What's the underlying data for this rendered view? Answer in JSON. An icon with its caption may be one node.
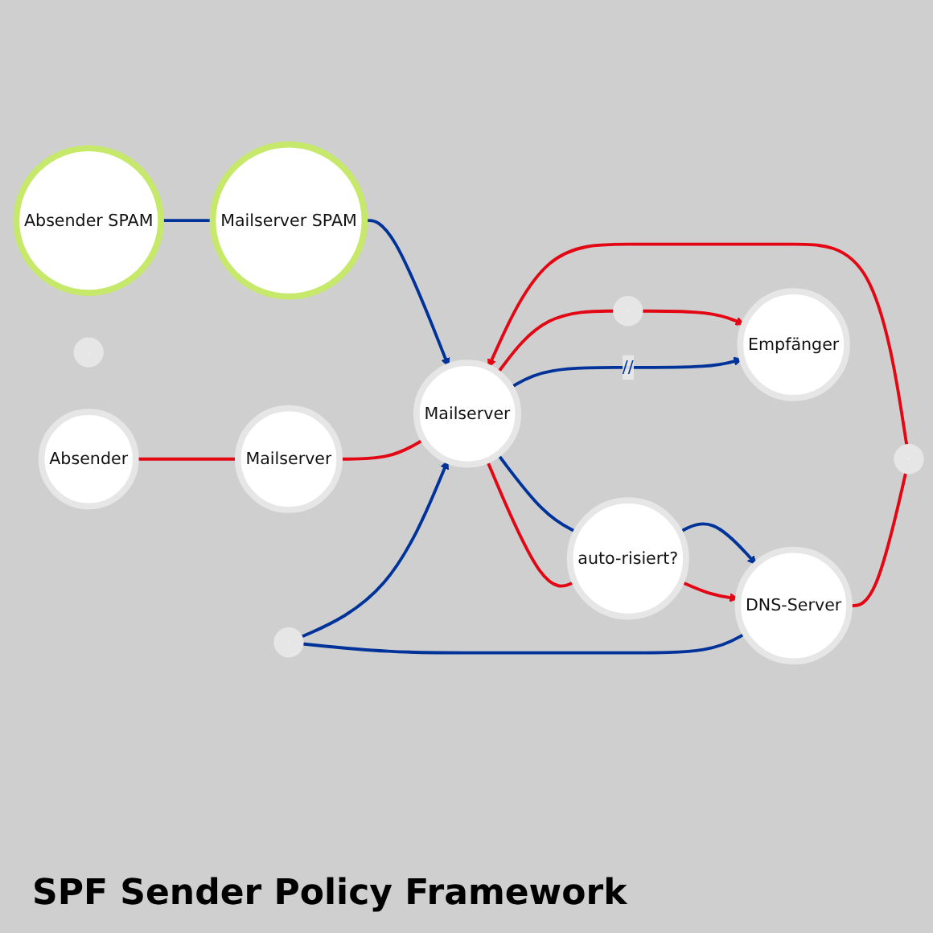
{
  "diagram": {
    "title": "SPF Sender Policy Framework",
    "nodes": [
      {
        "text": [
          "Absender"
        ]
      },
      {
        "text": [],
        "shape": "circle"
      },
      {
        "text": [
          "DNS-Server"
        ]
      },
      {
        "text": [
          "Absender SPAM"
        ]
      },
      {
        "text": [
          "Mailserver"
        ]
      },
      {
        "text": [
          "Mailserver SPAM"
        ]
      },
      {
        "text": [],
        "shape": "circle"
      },
      {
        "text": [
          "auto-risiert?"
        ]
      },
      {
        "text": [],
        "shape": "circle"
      },
      {
        "text": [
          "Mailserver"
        ]
      },
      {
        "text": [],
        "shape": "circle"
      },
      {
        "text": [
          "Empfänger"
        ]
      }
    ],
    "edges": [
      {
        "from": 0,
        "to": 4,
        "arrow": "none"
      },
      {
        "from": 4,
        "to": 9,
        "arrow": "none"
      },
      {
        "from": 3,
        "to": 5,
        "arrow": "none",
        "color": "#003399"
      },
      {
        "from": 5,
        "to": 9,
        "arrow": "to",
        "color": "#003399"
      },
      {
        "from": 2,
        "to": 6,
        "arrow": "none"
      },
      {
        "from": 6,
        "to": 9,
        "arrow": "to"
      },
      {
        "from": 9,
        "to": 7,
        "arrow": "none"
      },
      {
        "from": 7,
        "to": 2,
        "arrow": "to"
      },
      {
        "from": 9,
        "to": 7,
        "arrow": "none",
        "color": "#003399"
      },
      {
        "from": 7,
        "to": 2,
        "arrow": "to",
        "color": "#003399"
      },
      {
        "from": 2,
        "to": 8,
        "arrow": "none",
        "color": "#003399"
      },
      {
        "from": 8,
        "to": 9,
        "arrow": "to",
        "color": "#003399"
      },
      {
        "from": 9,
        "to": 11,
        "arrow": "to",
        "label": "//",
        "color": "#003399"
      },
      {
        "from": 9,
        "to": 10,
        "arrow": "none"
      },
      {
        "from": 10,
        "to": 11,
        "arrow": "to"
      }
    ]
  }
}
